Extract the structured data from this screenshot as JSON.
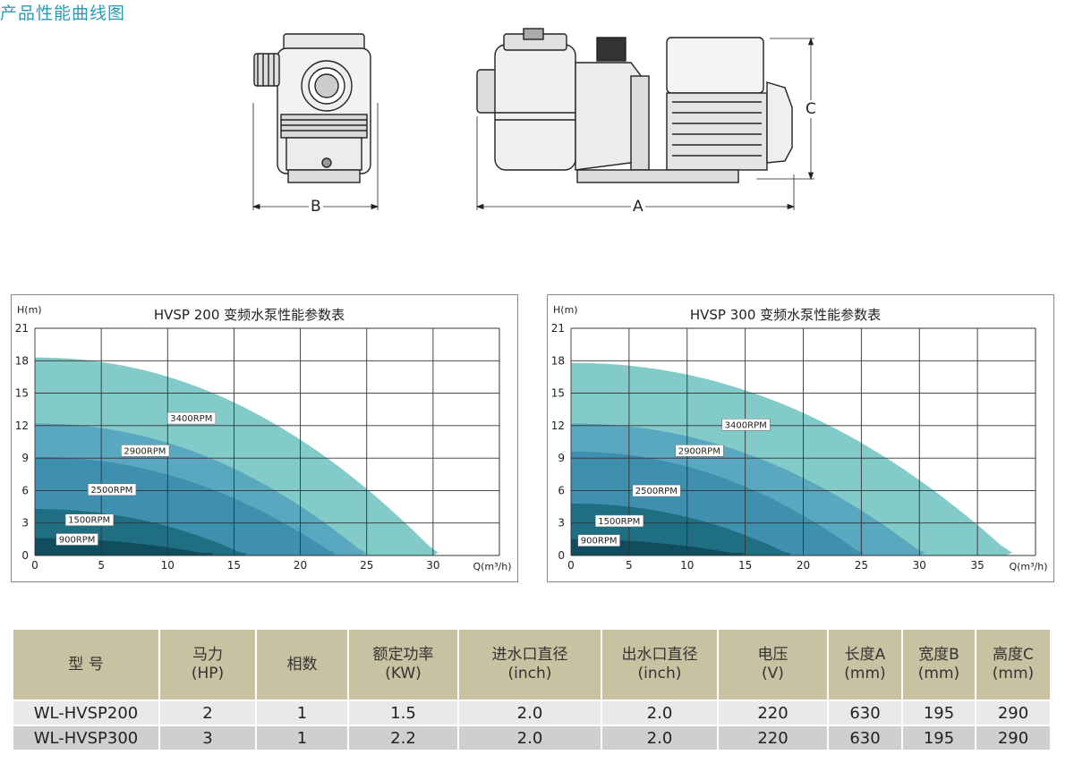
{
  "dimensions": {
    "a": "A",
    "b": "B",
    "c": "C"
  },
  "section_title": "产品性能曲线图",
  "chart_data": [
    {
      "type": "area",
      "title": "HVSP 200 变频水泵性能参数表",
      "xlabel": "Q(m³/h)",
      "ylabel": "H(m)",
      "xlim": [
        0,
        35
      ],
      "ylim": [
        0,
        21
      ],
      "xticks": [
        0,
        5,
        10,
        15,
        20,
        25,
        30
      ],
      "yticks": [
        0,
        3,
        6,
        9,
        12,
        15,
        18,
        21
      ],
      "grid": true,
      "series": [
        {
          "name": "3400RPM",
          "color": "#82cbc8",
          "shutoff_head": 18.3,
          "max_flow": 30.4
        },
        {
          "name": "2900RPM",
          "color": "#5aa8bf",
          "shutoff_head": 12.2,
          "max_flow": 25.0
        },
        {
          "name": "2500RPM",
          "color": "#3f8fae",
          "shutoff_head": 9.1,
          "max_flow": 22.7
        },
        {
          "name": "1500RPM",
          "color": "#1f6e82",
          "shutoff_head": 4.3,
          "max_flow": 16.0
        },
        {
          "name": "900RPM",
          "color": "#0f4d5f",
          "shutoff_head": 1.6,
          "max_flow": 13.5
        }
      ]
    },
    {
      "type": "area",
      "title": "HVSP 300 变频水泵性能参数表",
      "xlabel": "Q(m³/h)",
      "ylabel": "H(m)",
      "xlim": [
        0,
        40
      ],
      "ylim": [
        0,
        21
      ],
      "xticks": [
        0,
        5,
        10,
        15,
        20,
        25,
        30,
        35
      ],
      "yticks": [
        0,
        3,
        6,
        9,
        12,
        15,
        18,
        21
      ],
      "grid": true,
      "series": [
        {
          "name": "3400RPM",
          "color": "#82cbc8",
          "shutoff_head": 17.8,
          "max_flow": 38.0
        },
        {
          "name": "2900RPM",
          "color": "#5aa8bf",
          "shutoff_head": 12.2,
          "max_flow": 30.5
        },
        {
          "name": "2500RPM",
          "color": "#3f8fae",
          "shutoff_head": 9.6,
          "max_flow": 25.2
        },
        {
          "name": "1500RPM",
          "color": "#1f6e82",
          "shutoff_head": 4.8,
          "max_flow": 19.0
        },
        {
          "name": "900RPM",
          "color": "#0f4d5f",
          "shutoff_head": 1.5,
          "max_flow": 15.0
        }
      ]
    }
  ],
  "table": {
    "headers": [
      [
        "型  号"
      ],
      [
        "马力",
        "(HP)"
      ],
      [
        "相数"
      ],
      [
        "额定功率",
        "(KW)"
      ],
      [
        "进水口直径",
        "(inch)"
      ],
      [
        "出水口直径",
        "(inch)"
      ],
      [
        "电压",
        "(V)"
      ],
      [
        "长度A",
        "(mm)"
      ],
      [
        "宽度B",
        "(mm)"
      ],
      [
        "高度C",
        "(mm)"
      ]
    ],
    "rows": [
      [
        "WL-HVSP200",
        "2",
        "1",
        "1.5",
        "2.0",
        "2.0",
        "220",
        "630",
        "195",
        "290"
      ],
      [
        "WL-HVSP300",
        "3",
        "1",
        "2.2",
        "2.0",
        "2.0",
        "220",
        "630",
        "195",
        "290"
      ]
    ]
  }
}
